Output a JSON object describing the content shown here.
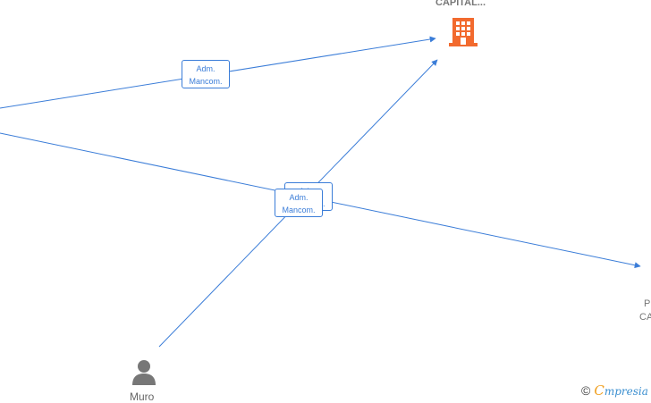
{
  "nodes": {
    "company_top": {
      "label": "CAPITAL...",
      "icon": "building-icon",
      "color": "#f26a2e"
    },
    "company_right": {
      "label_line1": "P",
      "label_line2": "CA"
    },
    "person_bottom": {
      "name": "Muro",
      "icon": "person-icon",
      "color": "#777777"
    }
  },
  "edges": [
    {
      "label_line1": "Adm.",
      "label_line2": "Mancom."
    },
    {
      "label_line1": "Adm.",
      "label_line2": "Mancom."
    },
    {
      "label_line1": "Adm.",
      "label_line2": "Mancom."
    }
  ],
  "colors": {
    "edge": "#3b7dd8"
  },
  "footer": {
    "copyright": "©",
    "brand_initial": "C",
    "brand_rest": "mpresia"
  }
}
